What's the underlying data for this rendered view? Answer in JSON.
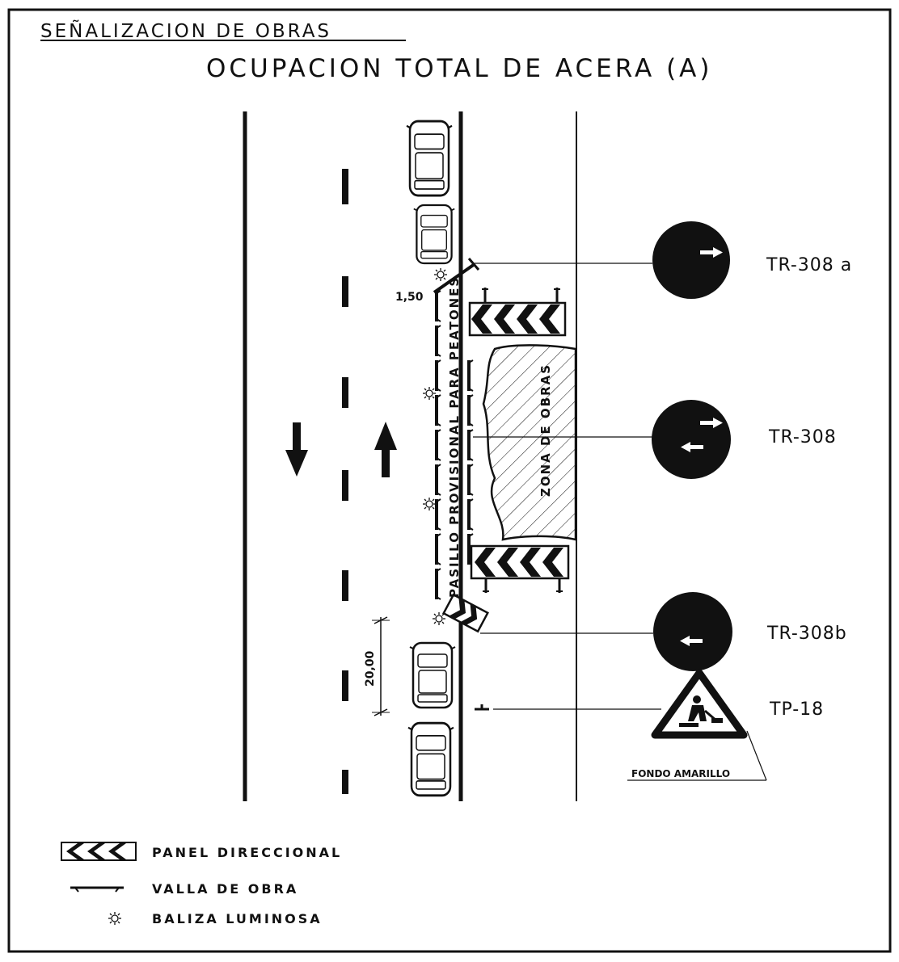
{
  "header": "SEÑALIZACION DE OBRAS",
  "title": "OCUPACION TOTAL DE ACERA (A)",
  "dimensions": {
    "gap": "1,50",
    "distance": "20,00"
  },
  "corridor_label": "PASILLO PROVISIONAL PARA PEATONES",
  "work_zone_label": "ZONA DE OBRAS",
  "signs": [
    {
      "code": "TR-308 a",
      "icon": "circle-arrow-right"
    },
    {
      "code": "TR-308",
      "icon": "circle-two-way-arrows"
    },
    {
      "code": "TR-308b",
      "icon": "circle-arrow-left"
    },
    {
      "code": "TP-18",
      "icon": "triangle-road-works"
    }
  ],
  "sign_note": "FONDO AMARILLO",
  "legend": [
    {
      "icon": "chevron-panel-icon",
      "label": "PANEL DIRECCIONAL"
    },
    {
      "icon": "barrier-icon",
      "label": "VALLA DE OBRA"
    },
    {
      "icon": "beacon-icon",
      "label": "BALIZA LUMINOSA"
    }
  ],
  "colors": {
    "ink": "#111111",
    "paper": "#ffffff"
  }
}
